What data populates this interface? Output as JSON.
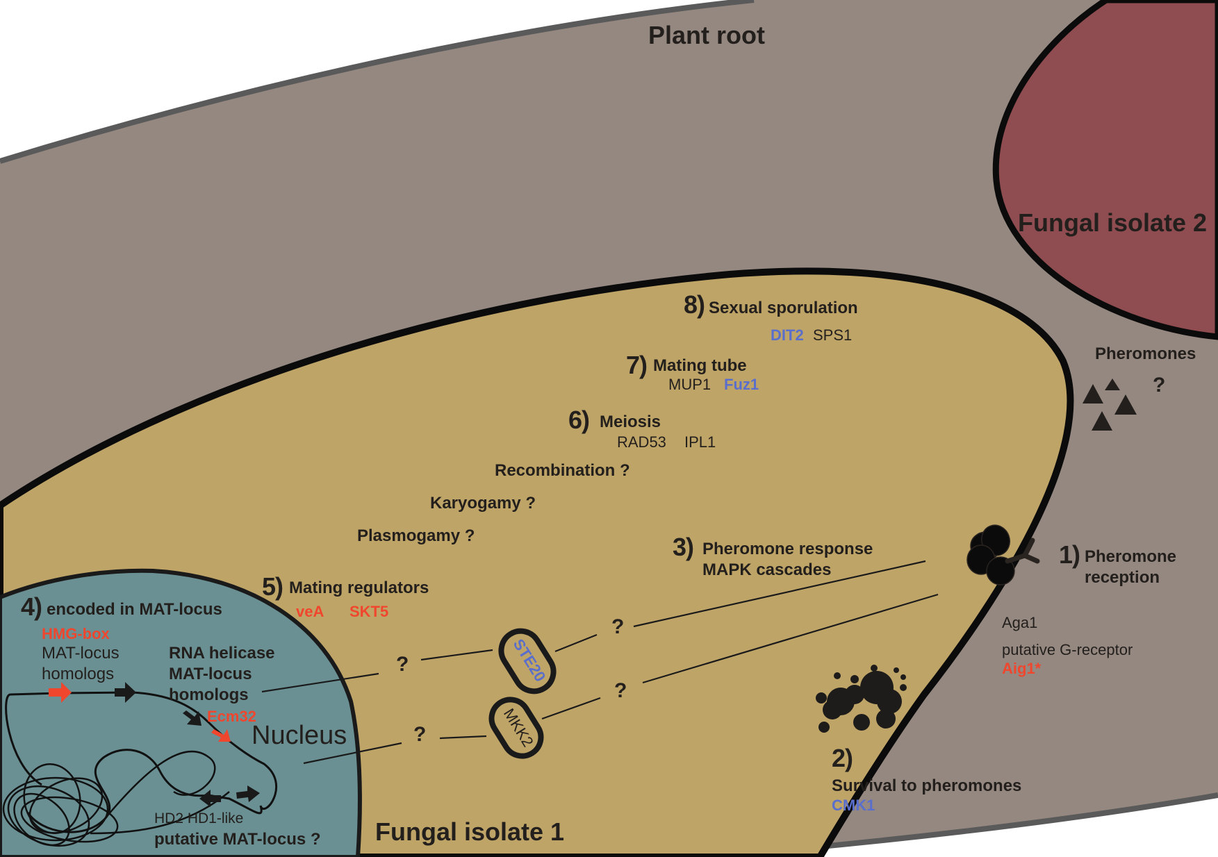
{
  "diagram": {
    "regions": {
      "plant_root": "Plant root",
      "fungal_isolate_2": "Fungal isolate 2",
      "fungal_isolate_1": "Fungal isolate 1",
      "nucleus": "Nucleus"
    },
    "colors": {
      "plant_root_fill": "#958880",
      "plant_root_border": "#5a5a5a",
      "isolate1_fill": "#bfa468",
      "isolate2_fill": "#8f4c51",
      "nucleus_fill": "#6a9093",
      "outline": "#0b0b0b",
      "text": "#231f1c",
      "gene_red": "#f0462e",
      "gene_blue": "#5a6ecb"
    },
    "steps": {
      "s1": {
        "number": "1)",
        "title_line1": "Pheromone",
        "title_line2": "reception",
        "gene_aga1": "Aga1",
        "gene_g_receptor": "putative G-receptor",
        "gene_aig1": "Aig1*"
      },
      "s2": {
        "number": "2)",
        "title": "Survival to pheromones",
        "gene_cmk1": "CMK1"
      },
      "s3": {
        "number": "3)",
        "title_line1": "Pheromone response",
        "title_line2": "MAPK cascades"
      },
      "s4": {
        "number": "4)",
        "title": "encoded in MAT-locus",
        "hmg_box": "HMG-box",
        "mat_homologs_line1": "MAT-locus",
        "mat_homologs_line2": "homologs",
        "rna_helicase_line1": "RNA helicase",
        "rna_helicase_line2": "MAT-locus",
        "rna_helicase_line3": "homologs",
        "ecm32": "Ecm32",
        "hd_genes": "HD2 HD1-like",
        "putative_mat": "putative MAT-locus ?"
      },
      "s5": {
        "number": "5)",
        "title": "Mating regulators",
        "gene_vea": "veA",
        "gene_skt5": "SKT5"
      },
      "s6": {
        "number": "6)",
        "title": "Meiosis",
        "gene_rad53": "RAD53",
        "gene_ipl1": "IPL1"
      },
      "s7": {
        "number": "7)",
        "title": "Mating tube",
        "gene_mup1": "MUP1",
        "gene_fuz1": "Fuz1"
      },
      "s8": {
        "number": "8)",
        "title": "Sexual sporulation",
        "gene_dit2": "DIT2",
        "gene_sps1": "SPS1"
      }
    },
    "processes": {
      "recombination": "Recombination ?",
      "karyogamy": "Karyogamy ?",
      "plasmogamy": "Plasmogamy ?"
    },
    "pheromones": {
      "label": "Pheromones",
      "question": "?"
    },
    "kinases": {
      "ste20": "STE20",
      "mkk2": "MKK2"
    },
    "unknowns": {
      "q1": "?",
      "q2": "?",
      "q3": "?",
      "q4": "?"
    }
  }
}
